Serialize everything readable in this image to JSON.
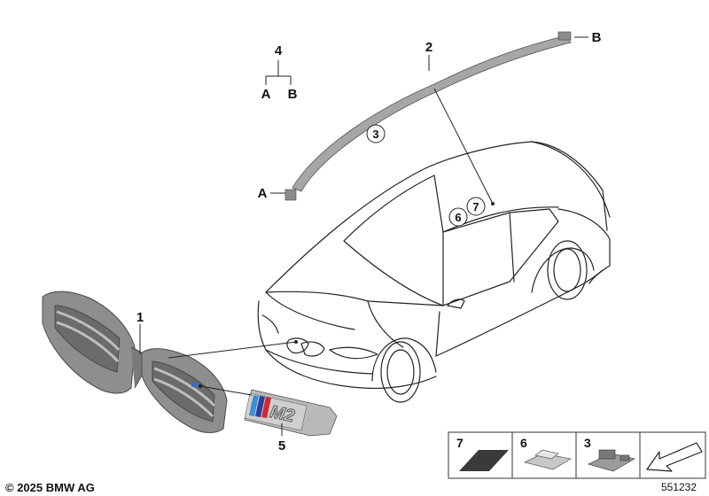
{
  "diagram": {
    "callouts": {
      "part_1": "1",
      "part_2": "2",
      "part_3": "3",
      "part_4": "4",
      "part_5": "5",
      "part_6": "6",
      "part_7": "7",
      "end_a": "A",
      "end_b": "B",
      "sub_a": "A",
      "sub_b": "B"
    },
    "legend": [
      {
        "number": "7",
        "icon": "foam-pad-icon"
      },
      {
        "number": "6",
        "icon": "clip-icon"
      },
      {
        "number": "3",
        "icon": "bracket-clip-icon"
      },
      {
        "number": "",
        "icon": "arrow-icon"
      }
    ],
    "badge_text": "M2",
    "copyright": "© 2025 BMW AG",
    "diagram_number": "551232",
    "colors": {
      "line": "#222222",
      "part_fill": "#9a9a9a",
      "part_dark": "#5c5c5c",
      "m_blue_light": "#3a8fd6",
      "m_blue_dark": "#2a3f9e",
      "m_red": "#d3262c"
    }
  }
}
